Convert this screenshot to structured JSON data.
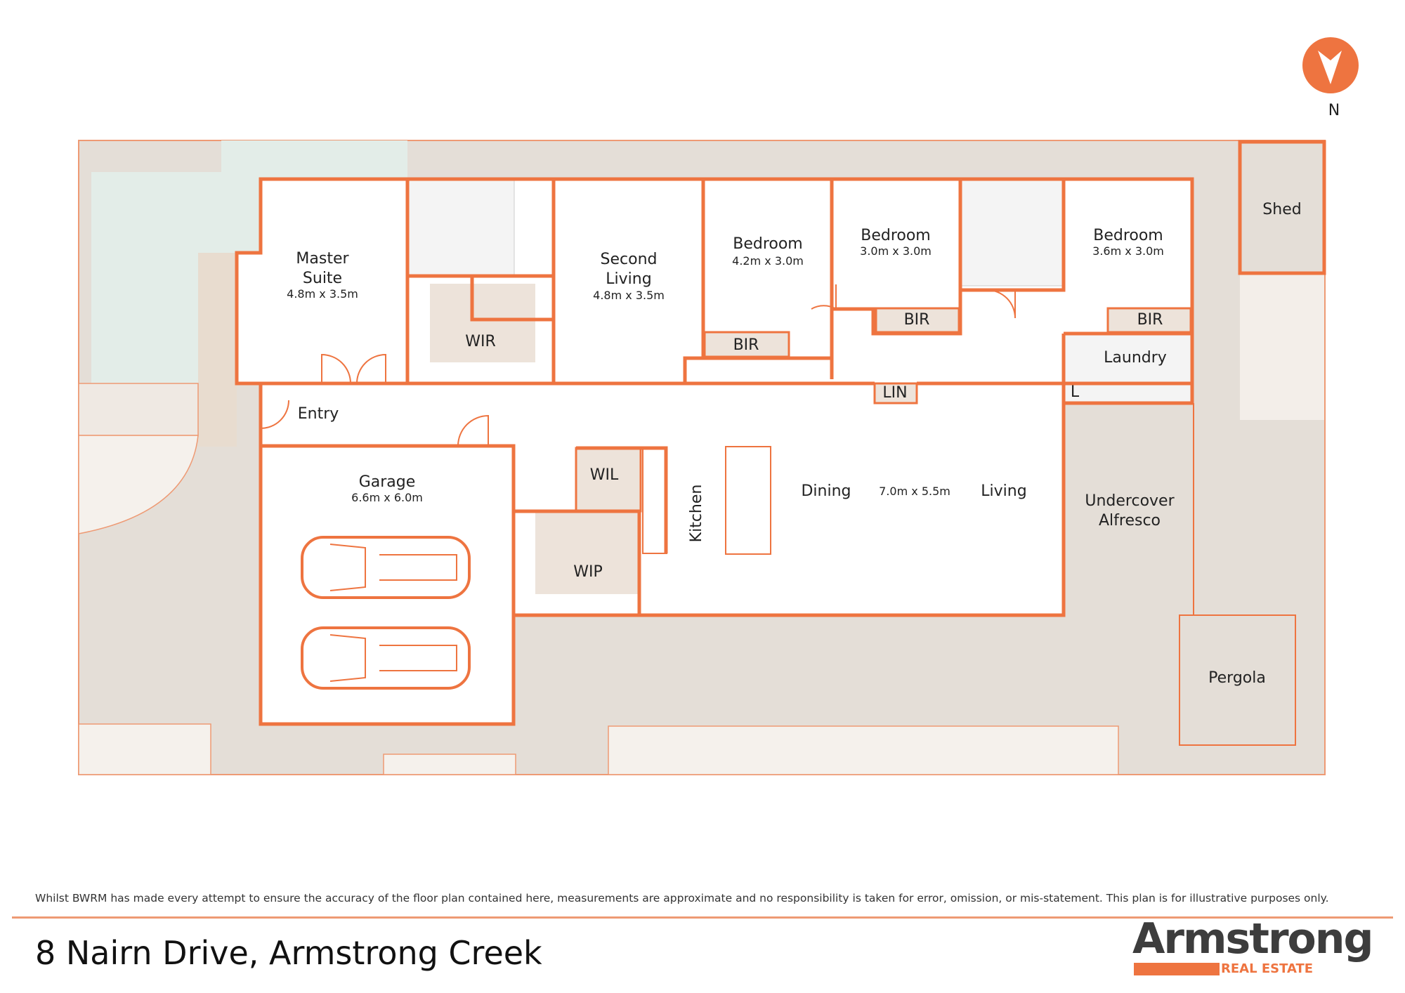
{
  "compass": {
    "label": "N"
  },
  "rooms": {
    "master": {
      "name1": "Master",
      "name2": "Suite",
      "dims": "4.8m x 3.5m"
    },
    "wir": {
      "name": "WIR"
    },
    "second_living": {
      "name1": "Second",
      "name2": "Living",
      "dims": "4.8m x 3.5m"
    },
    "bed1": {
      "name": "Bedroom",
      "dims": "4.2m x 3.0m",
      "bir": "BIR"
    },
    "bed2": {
      "name": "Bedroom",
      "dims": "3.0m x 3.0m",
      "bir": "BIR"
    },
    "bed3": {
      "name": "Bedroom",
      "dims": "3.6m x 3.0m",
      "bir": "BIR"
    },
    "laundry": {
      "name": "Laundry",
      "linen": "L"
    },
    "lin": {
      "name": "LIN"
    },
    "entry": {
      "name": "Entry"
    },
    "garage": {
      "name": "Garage",
      "dims": "6.6m x 6.0m"
    },
    "wil": {
      "name": "WIL"
    },
    "wip": {
      "name": "WIP"
    },
    "kitchen": {
      "name": "Kitchen"
    },
    "dining": {
      "name": "Dining"
    },
    "living_dims": {
      "dims": "7.0m x 5.5m"
    },
    "living": {
      "name": "Living"
    },
    "alfresco": {
      "name1": "Undercover",
      "name2": "Alfresco"
    },
    "pergola": {
      "name": "Pergola"
    },
    "shed": {
      "name": "Shed"
    }
  },
  "footer": {
    "disclaimer": "Whilst BWRM  has made every attempt to ensure the accuracy of the floor plan contained here, measurements are approximate and no responsibility is taken for error, omission, or mis-statement. This plan is for illustrative purposes only.",
    "address": "8 Nairn Drive, Armstrong Creek",
    "logo_word": "Armstrong",
    "logo_sub": "REAL ESTATE"
  },
  "colors": {
    "accent": "#ee7440",
    "ground": "#e4ded7",
    "deck": "#e3ede8",
    "tan": "#ede3da"
  }
}
